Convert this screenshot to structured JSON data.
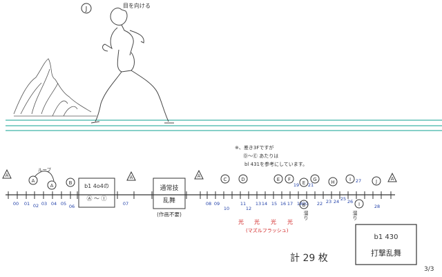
{
  "sheet": {
    "corner_label": "J",
    "facing_note": "目を向ける",
    "notes": {
      "line1": "※、差き3Fですが",
      "line2": "Ⓓ〜Ⓔ あたりは",
      "line3": "bl 431を参考にしています。"
    },
    "loop_label": "ループ",
    "frame_box_1": {
      "line1": "b1 4o4の",
      "line2": "Ⓐ 〜 Ⓘ"
    },
    "frame_box_2": {
      "line1": "通常技",
      "line2": "乱舞"
    },
    "frame_box_2_caption": "(作画不要)",
    "muzzle_marks": [
      "光",
      "光",
      "光",
      "光"
    ],
    "muzzle_caption": "(マズルフラッシュ)",
    "tame_1": "溜り",
    "tame_2": "溜り",
    "total": "計 29 枚",
    "final_box": {
      "line1": "b1  430",
      "line2": "打撃乱舞"
    },
    "page_number": "3/3",
    "keys": [
      {
        "t": "A",
        "circle": false
      },
      {
        "t": "A",
        "circle": true
      },
      {
        "t": "A",
        "circle": true
      },
      {
        "t": "B",
        "circle": true
      },
      {
        "t": "A",
        "circle": false
      },
      {
        "t": "A",
        "circle": false
      },
      {
        "t": "C",
        "circle": true
      },
      {
        "t": "D",
        "circle": true
      },
      {
        "t": "E",
        "circle": true
      },
      {
        "t": "F",
        "circle": true
      },
      {
        "t": "E",
        "circle": true
      },
      {
        "t": "G",
        "circle": true
      },
      {
        "t": "H",
        "circle": true
      },
      {
        "t": "I",
        "circle": true
      },
      {
        "t": "J",
        "circle": true
      },
      {
        "t": "A",
        "circle": false
      },
      {
        "t": "B",
        "circle": true
      },
      {
        "t": "I",
        "circle": true
      }
    ],
    "frame_numbers": [
      "00",
      "01",
      "02",
      "03",
      "04",
      "05",
      "06",
      "07",
      "08",
      "09",
      "10",
      "11",
      "12",
      "13",
      "14",
      "15",
      "16",
      "17",
      "18",
      "19",
      "20",
      "21",
      "22",
      "23",
      "24",
      "25",
      "26",
      "27",
      "28"
    ]
  }
}
